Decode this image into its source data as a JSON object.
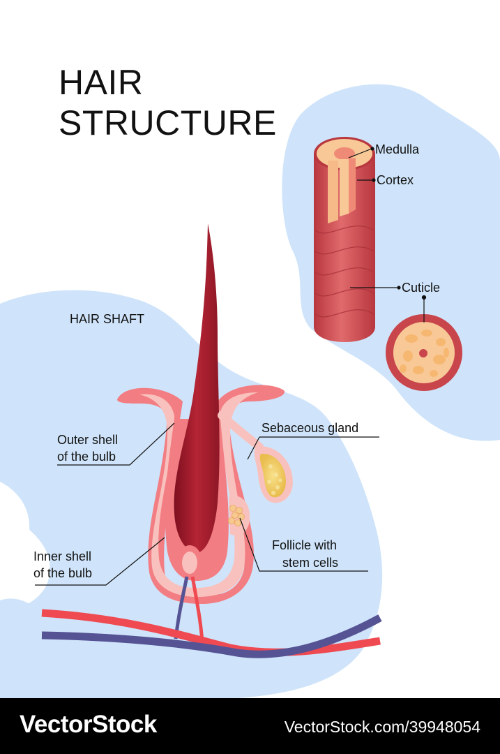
{
  "title": {
    "line1": "HAIR",
    "line2": "STRUCTURE"
  },
  "labels": {
    "medulla": "Medulla",
    "cortex": "Cortex",
    "cuticle": "Cuticle",
    "hair_shaft": "HAIR SHAFT",
    "sebaceous_gland": "Sebaceous gland",
    "outer_shell_1": "Outer shell",
    "outer_shell_2": "of the bulb",
    "inner_shell_1": "Inner shell",
    "inner_shell_2": "of the bulb",
    "follicle_1": "Follicle with",
    "follicle_2": "stem cells"
  },
  "footer": {
    "brand": "VectorStock",
    "stock_id": "VectorStock.com/39948054"
  },
  "colors": {
    "background_blob": "#cfe4fa",
    "hair_dark": "#8e1726",
    "hair_mid": "#b32030",
    "cuticle": "#c9454c",
    "skin_pink": "#f27d82",
    "skin_light": "#f9c1bd",
    "cortex": "#f8c997",
    "gland_yellow": "#f3d472",
    "artery": "#ef4a52",
    "vein": "#555394"
  }
}
